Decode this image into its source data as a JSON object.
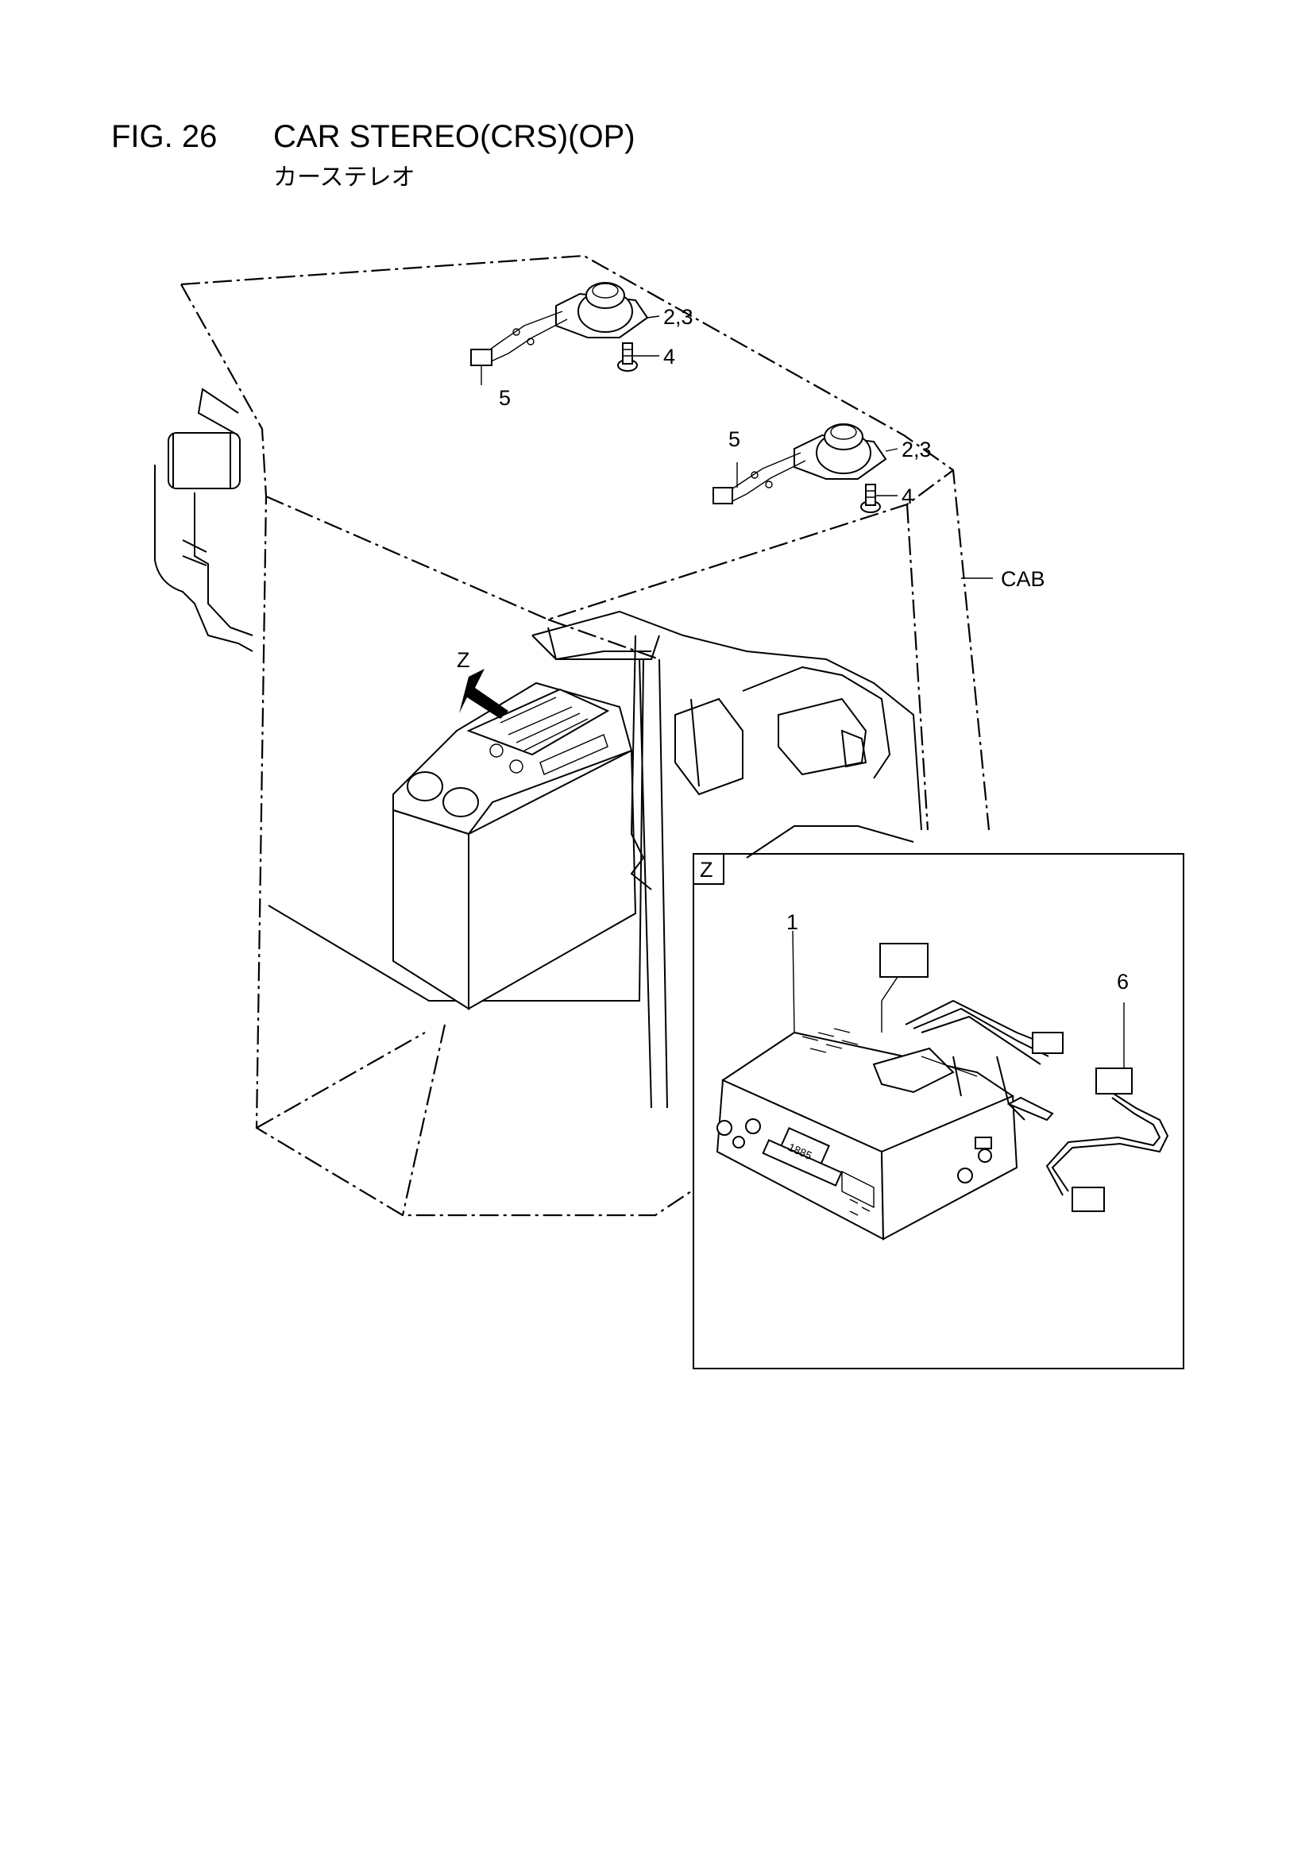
{
  "header": {
    "figure_number": "FIG. 26",
    "title": "CAR STEREO(CRS)(OP)",
    "subtitle_jp": "カーステレオ"
  },
  "callouts": {
    "speaker_top": "2,3",
    "screw_top": "4",
    "harness_top": "5",
    "speaker_right": "2,3",
    "screw_right": "4",
    "harness_right": "5",
    "cab": "CAB",
    "view_arrow": "Z",
    "detail_tag": "Z",
    "stereo_unit": "1",
    "adapter_harness": "6",
    "display_text": "1885"
  }
}
